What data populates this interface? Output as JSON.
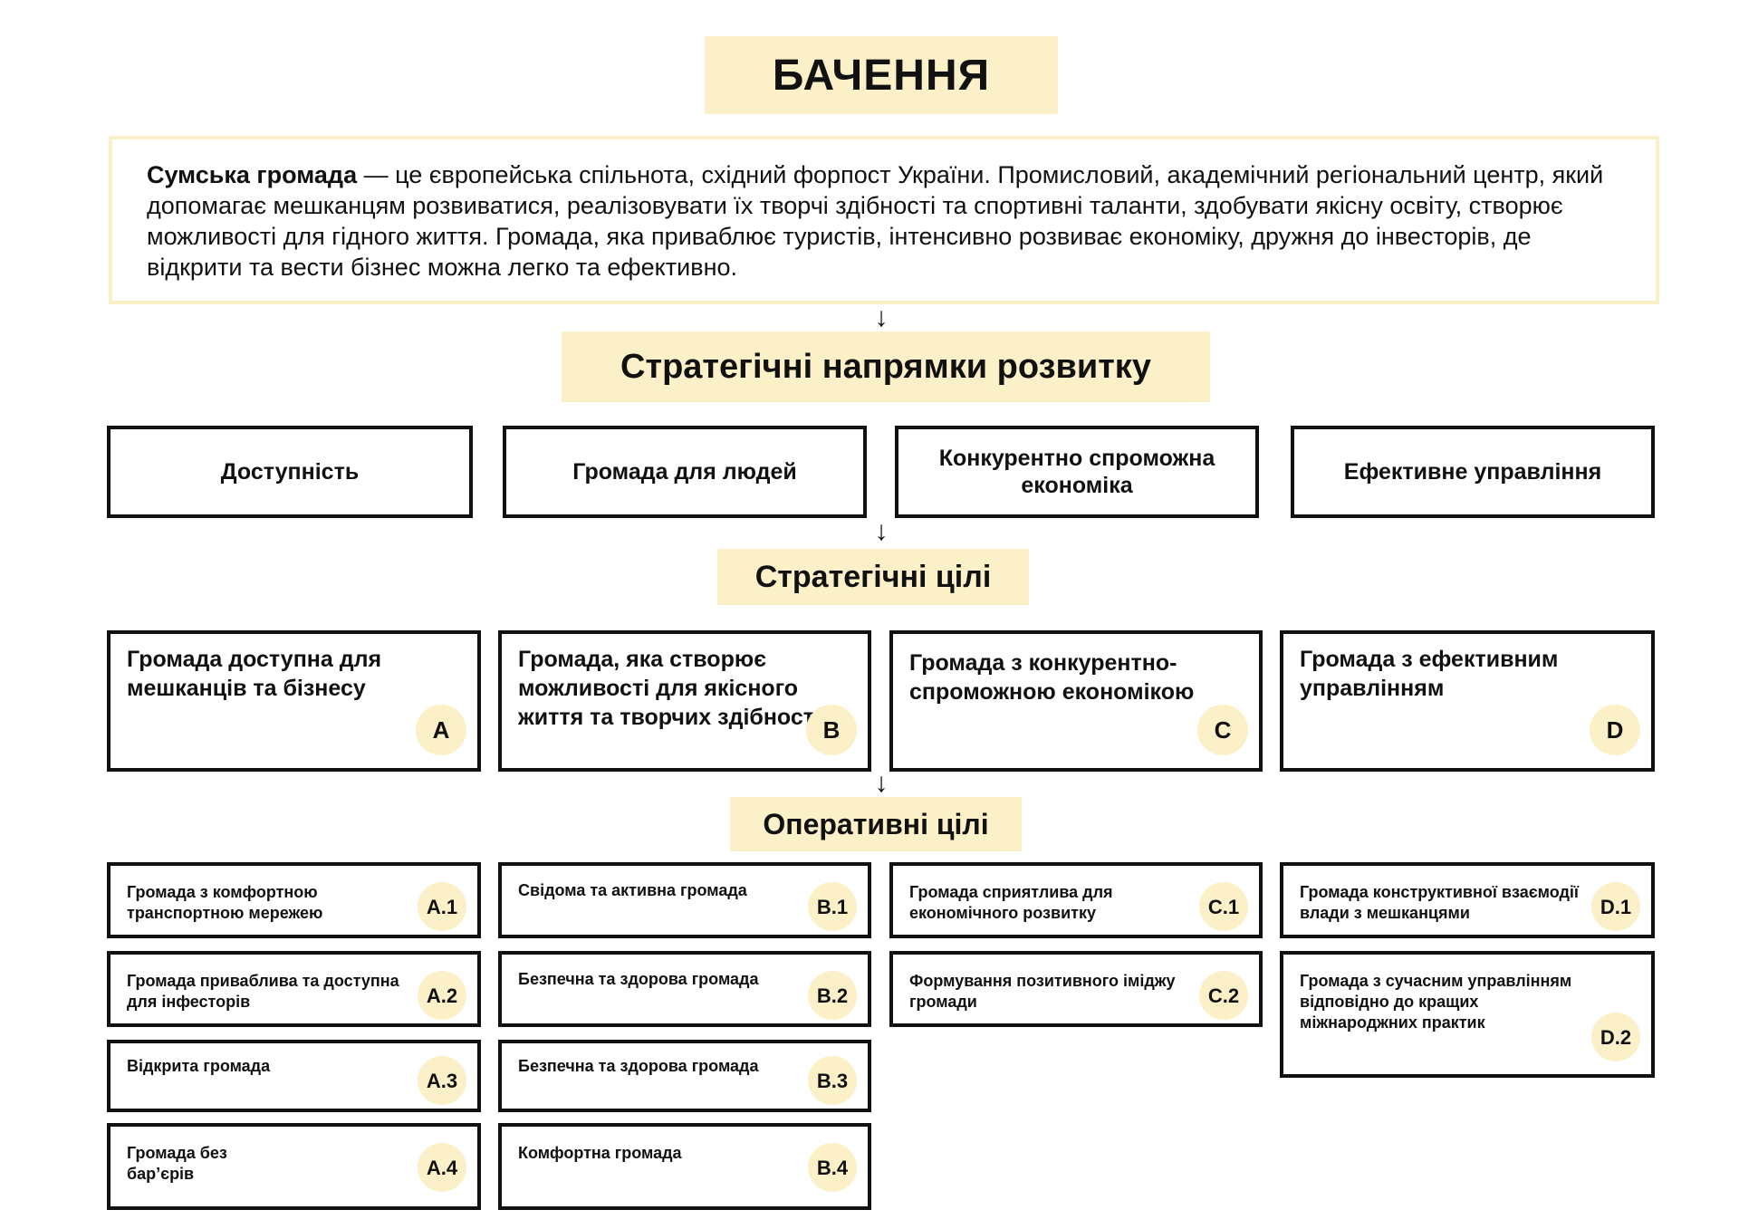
{
  "vision": {
    "title": "БАЧЕННЯ",
    "lead": "Сумська громада",
    "text": " — це європейська спільнота, східний форпост України. Промисловий, академічний регіональний центр, який допомагає мешканцям розвиватися, реалізовувати їх творчі здібності та спортивні таланти, здобувати якісну освіту, створює можливості для гідного життя. Громада, яка приваблює туристів, інтенсивно розвиває економіку, дружня до інвесторів, де відкрити та вести бізнес можна легко та ефективно."
  },
  "arrow_symbol": "↓",
  "directions": {
    "title": "Стратегічні напрямки розвитку",
    "items": [
      {
        "label": "Доступність"
      },
      {
        "label": "Громада для людей"
      },
      {
        "label": "Конкурентно спроможна економіка"
      },
      {
        "label": "Ефективне управління"
      }
    ]
  },
  "strategic_goals": {
    "title": "Стратегічні цілі",
    "items": [
      {
        "text": "Громада доступна для мешканців та бізнесу",
        "code": "A"
      },
      {
        "text": "Громада, яка створює можливості для якісного життя та творчих здібностей",
        "code": "B"
      },
      {
        "text": "Громада з конкурентно-спроможною економікою",
        "code": "C"
      },
      {
        "text": "Громада з ефективним управлінням",
        "code": "D"
      }
    ]
  },
  "operational_goals": {
    "title": "Оперативні цілі",
    "A": [
      {
        "text": "Громада з комфортною транспортною мережею",
        "code": "A.1"
      },
      {
        "text": "Громада приваблива та доступна для інфесторів",
        "code": "A.2"
      },
      {
        "text": "Відкрита громада",
        "code": "A.3"
      },
      {
        "text": "Громада без бар’єрів",
        "code": "A.4"
      }
    ],
    "B": [
      {
        "text": "Свідома та активна громада",
        "code": "B.1"
      },
      {
        "text": "Безпечна та здорова громада",
        "code": "B.2"
      },
      {
        "text": "Безпечна та здорова громада",
        "code": "B.3"
      },
      {
        "text": "Комфортна громада",
        "code": "B.4"
      }
    ],
    "C": [
      {
        "text": "Громада сприятлива для економічного розвитку",
        "code": "C.1"
      },
      {
        "text": "Формування позитивного іміджу громади",
        "code": "C.2"
      }
    ],
    "D": [
      {
        "text": "Громада конструктивної взаємодії влади з мешканцями",
        "code": "D.1"
      },
      {
        "text": "Громада з сучасним управлінням відповідно до кращих міжнароджних практик",
        "code": "D.2"
      }
    ]
  },
  "colors": {
    "highlight": "#fcf0c8",
    "border": "#111111"
  }
}
